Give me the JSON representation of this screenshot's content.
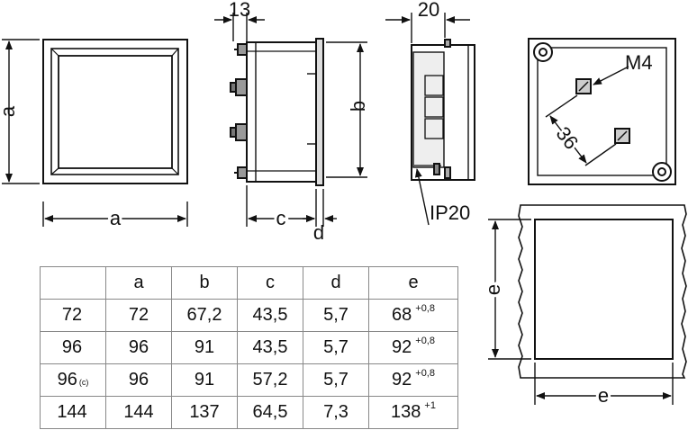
{
  "labels": {
    "front_width": "a",
    "front_height": "a",
    "side_protrusion": "13",
    "side_height": "b",
    "side_depth": "c",
    "side_flange": "d",
    "rear_depth": "20",
    "ip_rating": "IP20",
    "screw_size": "M4",
    "hole_spacing": "36",
    "cutout_width": "e",
    "cutout_height": "e"
  },
  "table": {
    "header": [
      "",
      "a",
      "b",
      "c",
      "d",
      "e"
    ],
    "rows": [
      {
        "model": "72",
        "model_note": "",
        "a": "72",
        "b": "67,2",
        "c": "43,5",
        "d": "5,7",
        "e": "68",
        "e_tol": "+0,8"
      },
      {
        "model": "96",
        "model_note": "",
        "a": "96",
        "b": "91",
        "c": "43,5",
        "d": "5,7",
        "e": "92",
        "e_tol": "+0,8"
      },
      {
        "model": "96",
        "model_note": "(c)",
        "a": "96",
        "b": "91",
        "c": "57,2",
        "d": "5,7",
        "e": "92",
        "e_tol": "+0,8"
      },
      {
        "model": "144",
        "model_note": "",
        "a": "144",
        "b": "137",
        "c": "64,5",
        "d": "7,3",
        "e": "138",
        "e_tol": "+1"
      }
    ]
  }
}
